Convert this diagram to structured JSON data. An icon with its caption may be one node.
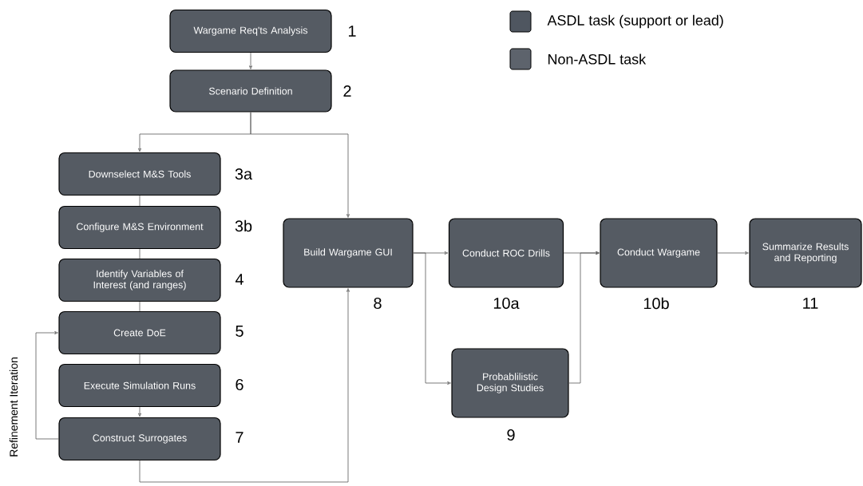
{
  "diagram": {
    "nodes": [
      {
        "text": [
          "Wargame Req'ts Analysis"
        ],
        "beside": [
          "1"
        ]
      },
      {
        "text": [
          "Scenario Definition"
        ],
        "beside": [
          "2"
        ]
      },
      {
        "text": [
          "Downselect M&S Tools"
        ],
        "beside": [
          "3a"
        ]
      },
      {
        "text": [
          "Configure M&S Environment"
        ],
        "beside": [
          "3b"
        ]
      },
      {
        "text": [
          "Identify Variables of Interest (and ranges)"
        ],
        "beside": [
          "4"
        ]
      },
      {
        "text": [
          "Create DoE"
        ],
        "beside": [
          "5"
        ]
      },
      {
        "text": [
          "Execute Simulation Runs"
        ],
        "beside": [
          "6"
        ]
      },
      {
        "text": [
          "Construct Surrogates"
        ],
        "beside": [
          "7"
        ]
      },
      {
        "text": [
          "Build Wargame GUI"
        ],
        "beside": [
          "8"
        ]
      },
      {
        "text": [
          "Conduct ROC Drills"
        ],
        "beside": [
          "10a"
        ]
      },
      {
        "text": [
          "Probablilistic Design Studies"
        ],
        "beside": [
          "9"
        ]
      },
      {
        "text": [
          "Conduct Wargame"
        ],
        "beside": [
          "10b"
        ]
      },
      {
        "text": [
          "Summarize Results and Reporting"
        ],
        "beside": [
          "11"
        ]
      }
    ],
    "edges": [
      {
        "from": 0,
        "to": 1,
        "arrow": "to"
      },
      {
        "from": 1,
        "to": 2,
        "arrow": "to"
      },
      {
        "from": 1,
        "to": 8,
        "arrow": "to"
      },
      {
        "from": 2,
        "to": 3,
        "arrow": "none"
      },
      {
        "from": 3,
        "to": 4,
        "arrow": "none"
      },
      {
        "from": 4,
        "to": 5,
        "arrow": "none"
      },
      {
        "from": 5,
        "to": 6,
        "arrow": "none"
      },
      {
        "from": 6,
        "to": 7,
        "arrow": "to"
      },
      {
        "from": 7,
        "to": 5,
        "arrow": "to",
        "label": "Refinement Iteration"
      },
      {
        "from": 7,
        "to": 8,
        "arrow": "to"
      },
      {
        "from": 8,
        "to": 9,
        "arrow": "to"
      },
      {
        "from": 8,
        "to": 10,
        "arrow": "to"
      },
      {
        "from": 9,
        "to": 11,
        "arrow": "to"
      },
      {
        "from": 10,
        "to": 11,
        "arrow": "to"
      },
      {
        "from": 11,
        "to": 12,
        "arrow": "to"
      }
    ],
    "legend": [
      {
        "text": "ASDL task (support or lead)",
        "color": "#4f5660"
      },
      {
        "text": "Non-ASDL task",
        "color": "#5d636c"
      }
    ]
  }
}
